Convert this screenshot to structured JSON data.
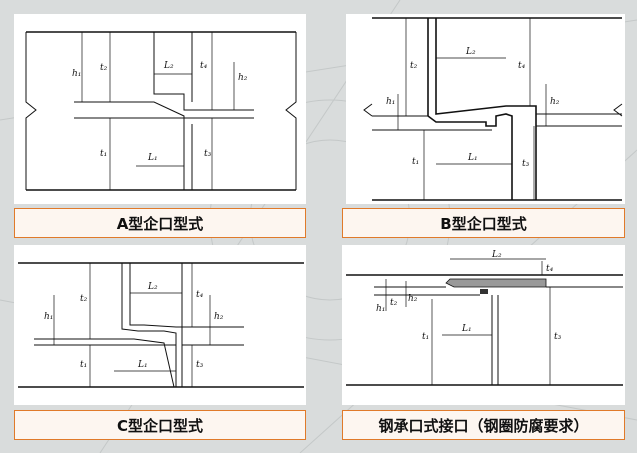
{
  "colors": {
    "background": "#d9dcdc",
    "caption_border": "#e07a2a",
    "caption_fill": "#fdf6f0",
    "panel": "#ffffff"
  },
  "panels": {
    "a": {
      "caption": "A型企口型式",
      "labels": {
        "h1": "h₁",
        "t2": "t₂",
        "L2": "L₂",
        "t4": "t₄",
        "h2": "h₂",
        "t1": "t₁",
        "L1": "L₁",
        "t3": "t₃"
      }
    },
    "b": {
      "caption": "B型企口型式",
      "labels": {
        "t2": "t₂",
        "L2": "L₂",
        "t4": "t₄",
        "h1": "h₁",
        "h2": "h₂",
        "t1": "t₁",
        "L1": "L₁",
        "t3": "t₃"
      }
    },
    "c": {
      "caption": "C型企口型式",
      "labels": {
        "t2": "t₂",
        "L2": "L₂",
        "t4": "t₄",
        "h1": "h₁",
        "h2": "h₂",
        "t1": "t₁",
        "L1": "L₁",
        "t3": "t₃"
      }
    },
    "d": {
      "caption": "钢承口式接口（钢圈防腐要求）",
      "labels": {
        "L2": "L₂",
        "t4": "t₄",
        "h1": "h₁",
        "h2": "h₂",
        "t2": "t₂",
        "t1": "t₁",
        "L1": "L₁",
        "t3": "t₃"
      }
    }
  }
}
